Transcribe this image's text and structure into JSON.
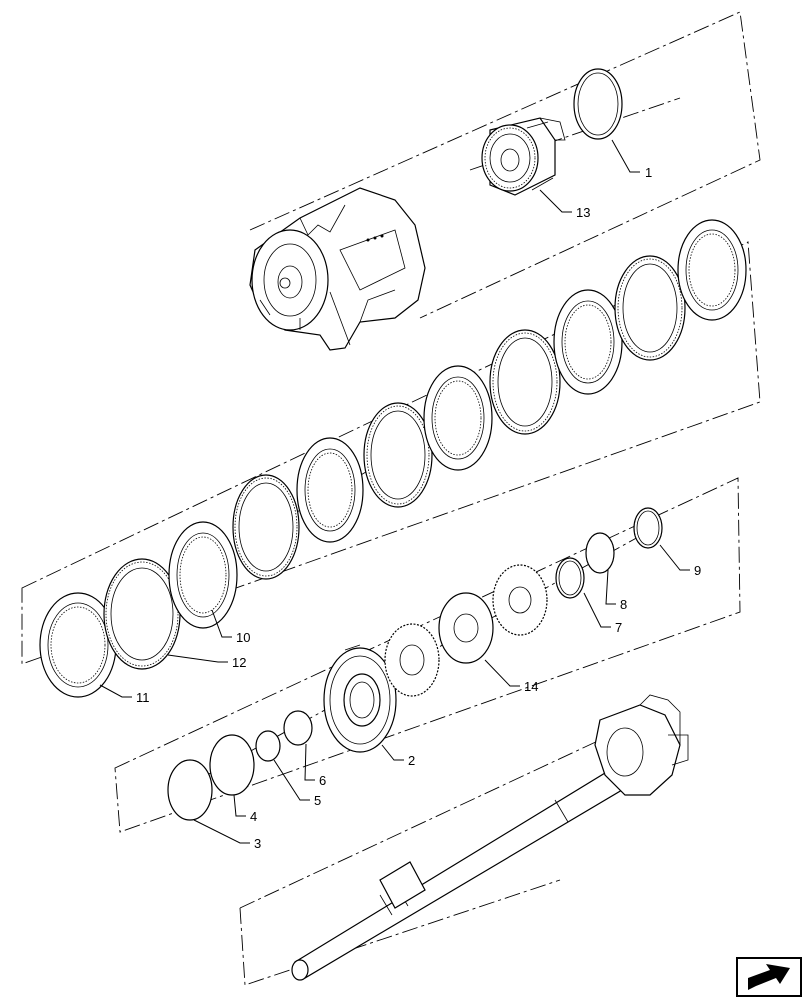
{
  "callouts": [
    {
      "id": "c1",
      "text": "1"
    },
    {
      "id": "c2",
      "text": "2"
    },
    {
      "id": "c3",
      "text": "3"
    },
    {
      "id": "c4",
      "text": "4"
    },
    {
      "id": "c5",
      "text": "5"
    },
    {
      "id": "c6",
      "text": "6"
    },
    {
      "id": "c7",
      "text": "7"
    },
    {
      "id": "c8",
      "text": "8"
    },
    {
      "id": "c9",
      "text": "9"
    },
    {
      "id": "c10",
      "text": "10"
    },
    {
      "id": "c11",
      "text": "11"
    },
    {
      "id": "c12",
      "text": "12"
    },
    {
      "id": "c13",
      "text": "13"
    },
    {
      "id": "c14",
      "text": "14"
    }
  ],
  "nav_icon": "arrow-navigation-icon"
}
